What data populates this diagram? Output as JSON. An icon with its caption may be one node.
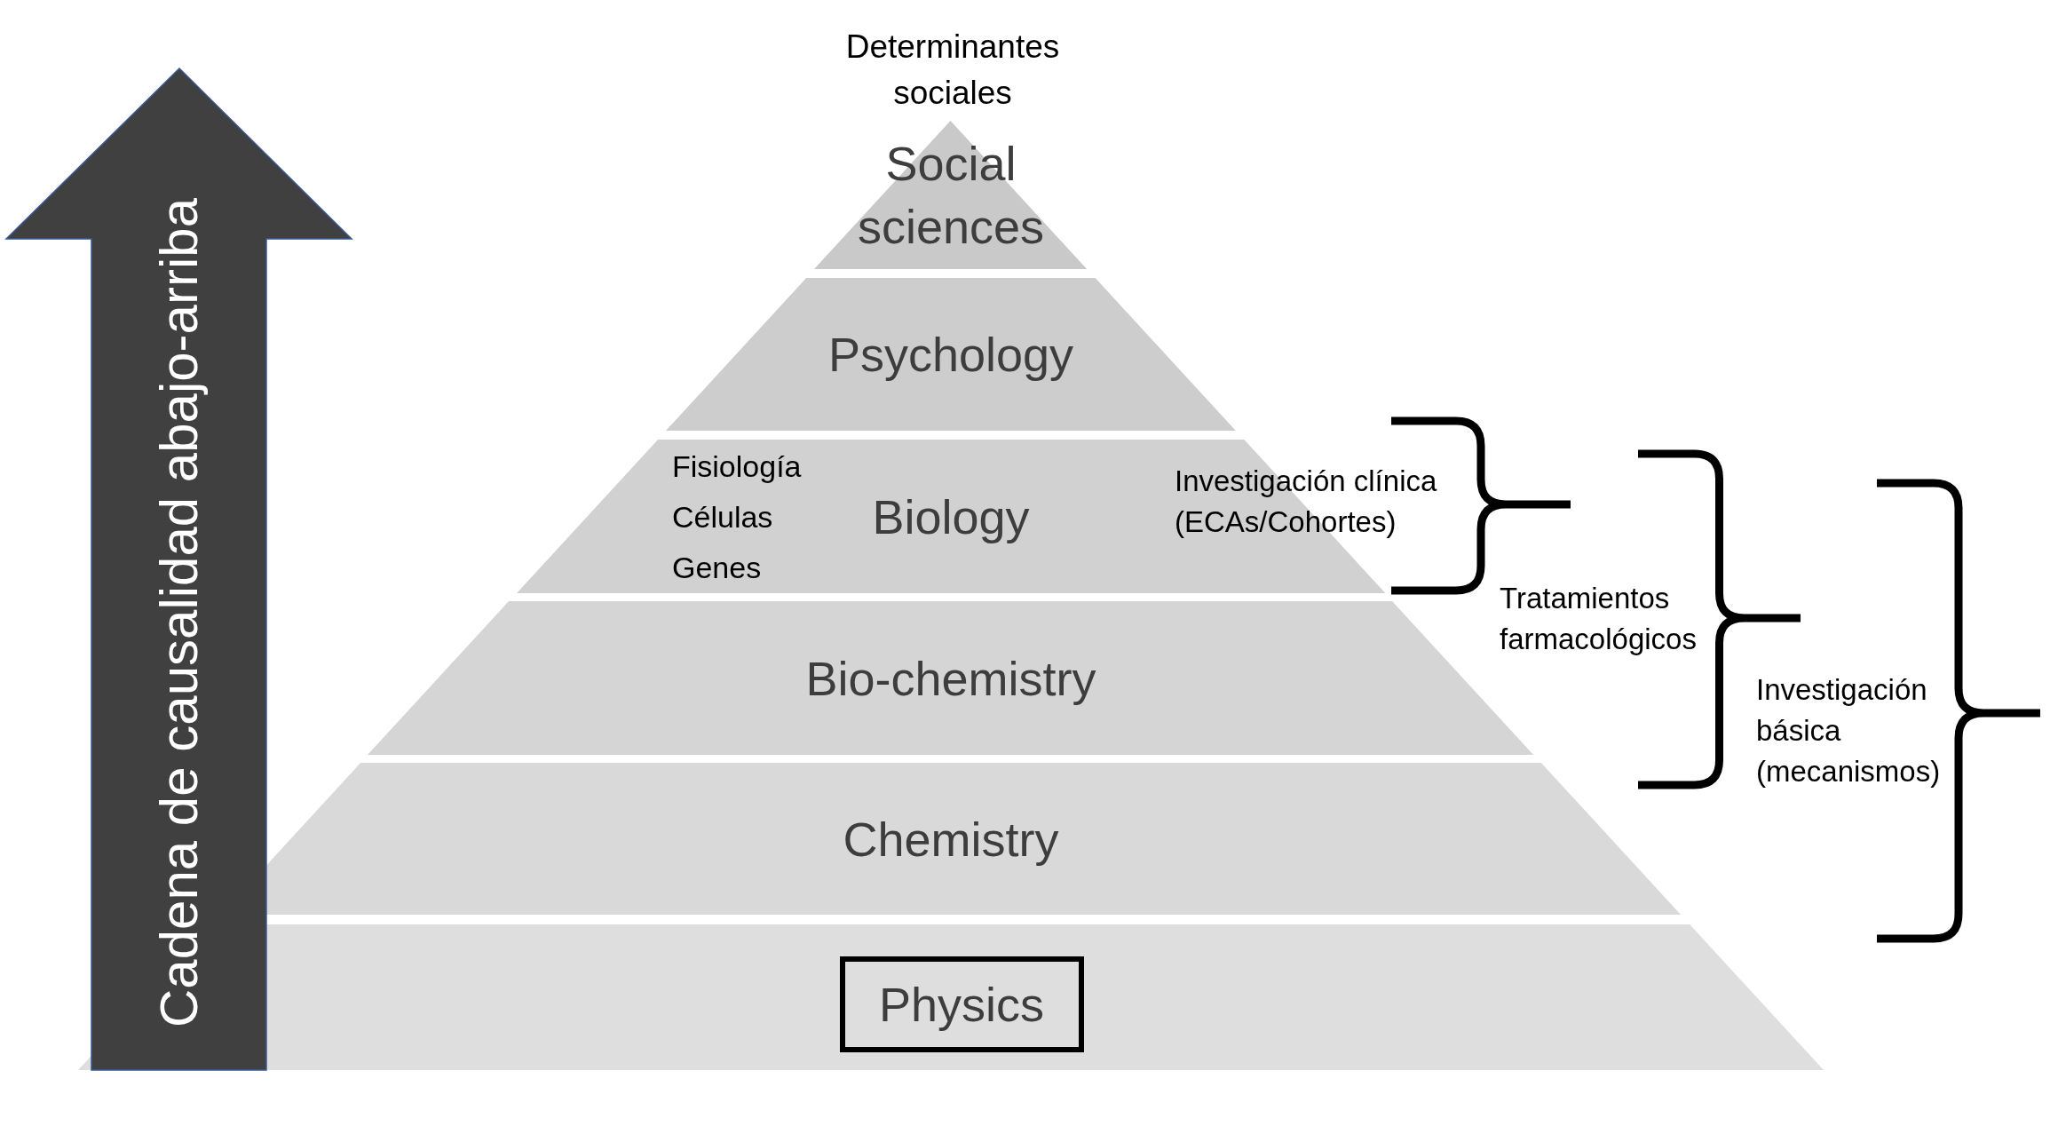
{
  "diagram": {
    "nodes": [
      {
        "text": [
          "Cadena de causalidad abajo-arriba"
        ]
      },
      {
        "text": [
          "Social sciences"
        ],
        "beside": [
          "Determinantes sociales"
        ]
      },
      {
        "text": [
          "Psychology"
        ]
      },
      {
        "text": [
          "Biology",
          "Fisiología",
          "Células",
          "Genes"
        ]
      },
      {
        "text": [
          "Bio-chemistry"
        ]
      },
      {
        "text": [
          "Chemistry"
        ]
      },
      {
        "text": [],
        "shape": "trapezoid"
      },
      {
        "text": [
          "Physics"
        ],
        "in": 6
      }
    ],
    "labels": [
      "Investigación clínica (ECAs/Cohortes)",
      "Tratamientos farmacológicos",
      "Investigación básica (mecanismos)"
    ]
  }
}
